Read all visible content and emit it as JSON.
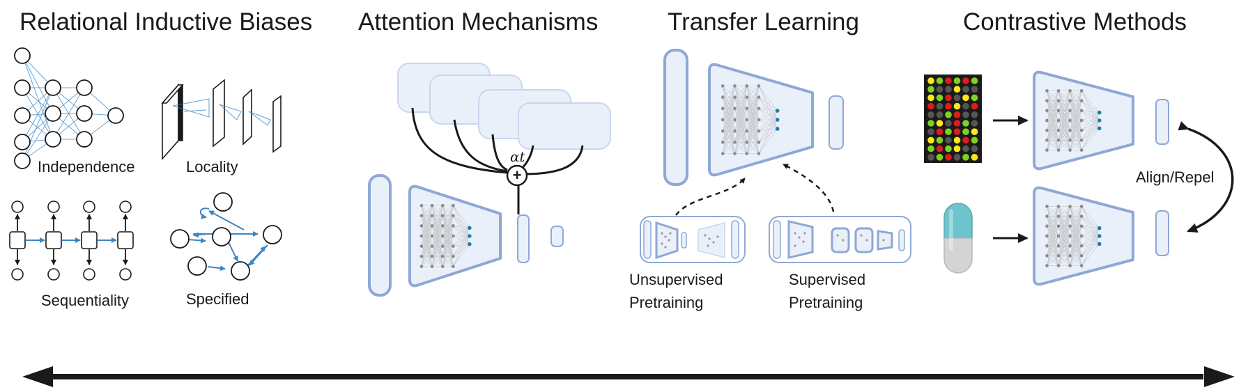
{
  "panels": {
    "relational": {
      "title": "Relational Inductive Biases",
      "labels": {
        "independence": "Independence",
        "locality": "Locality",
        "sequentiality": "Sequentiality",
        "specified": "Specified"
      }
    },
    "attention": {
      "title": "Attention Mechanisms",
      "alpha": "αt",
      "plus": "+"
    },
    "transfer": {
      "title": "Transfer Learning",
      "unsupervised": [
        "Unsupervised",
        "Pretraining"
      ],
      "supervised": [
        "Supervised",
        "Pretraining"
      ]
    },
    "contrastive": {
      "title": "Contrastive Methods",
      "align": "Align/Repel"
    }
  },
  "colors": {
    "node_stroke": "#1a1a1a",
    "edge_blue": "#3b86c6",
    "block_fill": "#eaf0fa",
    "block_stroke": "#8ea8d6",
    "grid_gray": "#8a8a8a",
    "dot_teal": "#1a7fa6",
    "capsule_top": "#6cc4cc",
    "capsule_bottom": "#d4d4d4",
    "heat_red": "#e01b1b",
    "heat_green": "#7ed321",
    "heat_yellow": "#ffe81a",
    "heat_gray": "#555555"
  }
}
